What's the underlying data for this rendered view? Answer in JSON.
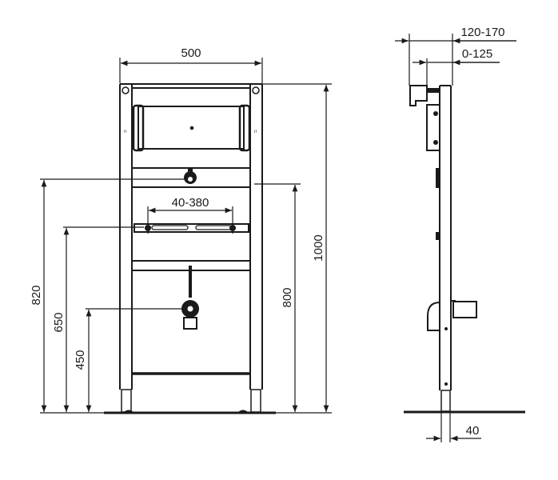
{
  "drawing": {
    "type": "technical-drawing",
    "subject": "wall-hung urinal installation frame",
    "line_color": "#1a1a1a",
    "background": "#ffffff"
  },
  "front_view": {
    "dimensions": {
      "width": "500",
      "height_total": "1000",
      "height_upper_crossbar": "800",
      "height_820": "820",
      "height_650": "650",
      "height_450": "450",
      "bracket_spacing": "40-380"
    }
  },
  "side_view": {
    "dimensions": {
      "depth_total": "120-170",
      "depth_adjust": "0-125",
      "foot_width": "40"
    }
  }
}
